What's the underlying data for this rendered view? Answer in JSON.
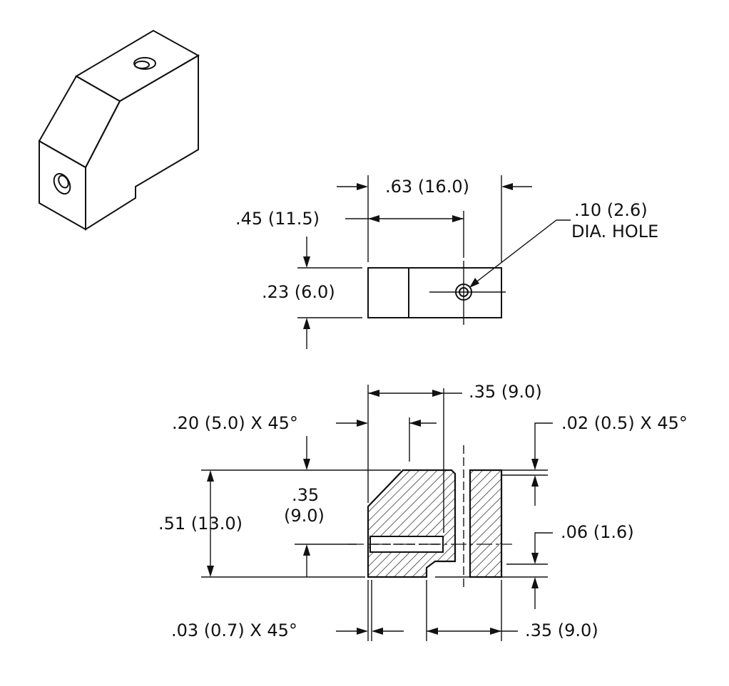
{
  "labels": {
    "top_width": ".63  (16.0)",
    "hole_offset": ".45  (11.5)",
    "hole_size_1": ".10  (2.6)",
    "hole_size_2": "DIA.  HOLE",
    "top_depth": ".23  (6.0)",
    "slot_width": ".35  (9.0)",
    "chamfer_large": ".20  (5.0)  X  45°",
    "chamfer_small_top": ".02  (0.5)  X  45°",
    "height_total": ".51  (13.0)",
    "height_hole_1": ".35",
    "height_hole_2": "(9.0)",
    "step_height": ".06  (1.6)",
    "chamfer_small_bottom": ".03  (0.7)  X  45°",
    "step_width": ".35  (9.0)"
  },
  "colors": {
    "ink": "#111111",
    "paper": "#ffffff"
  }
}
